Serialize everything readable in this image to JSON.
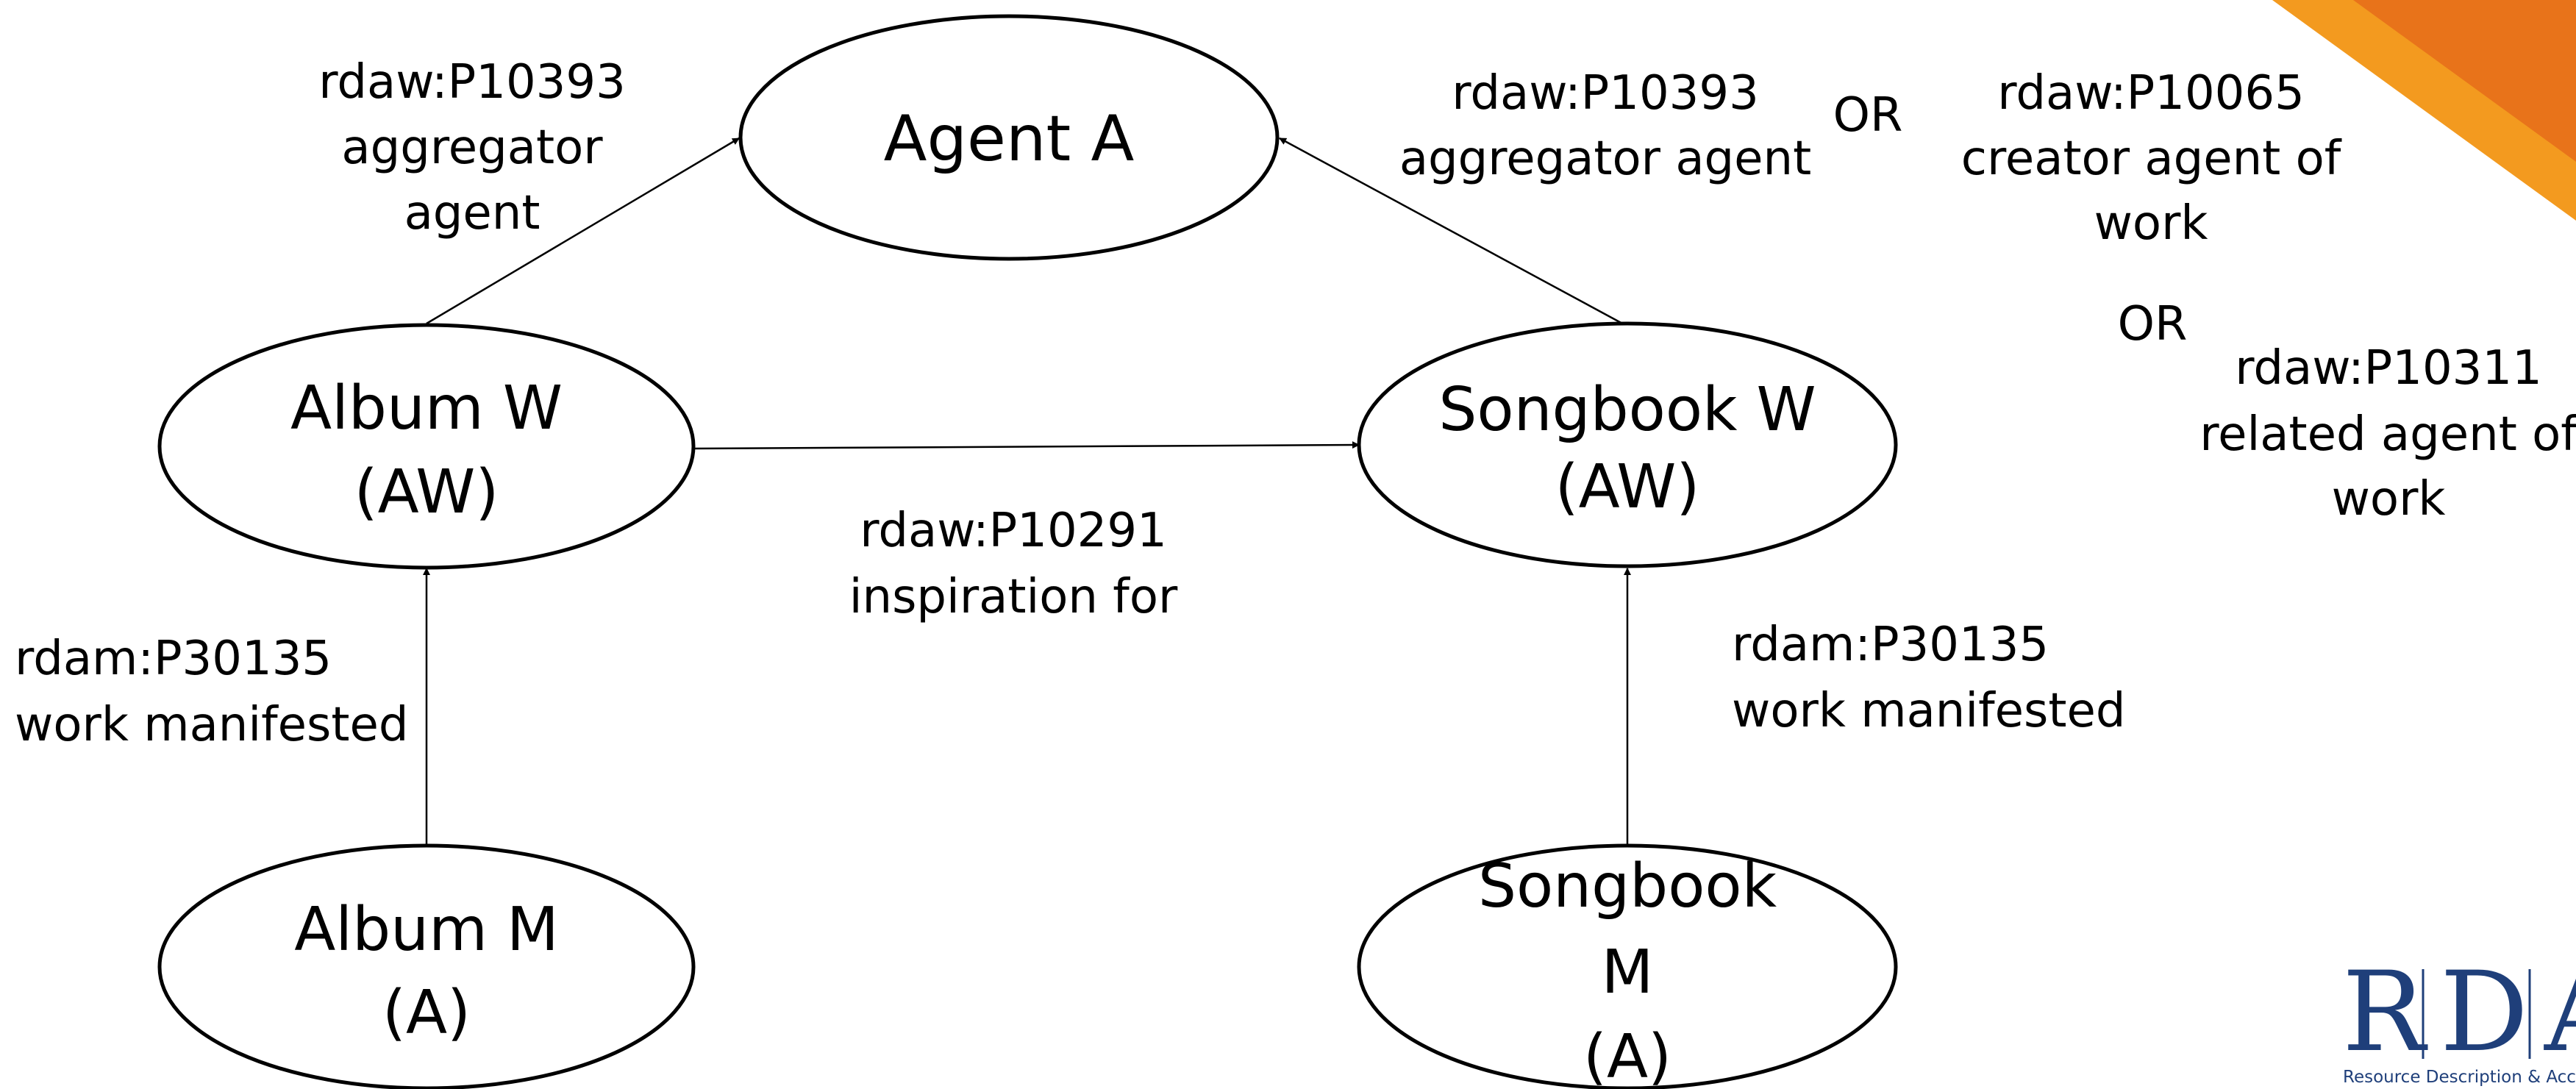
{
  "nodes": {
    "agent_a": {
      "label": [
        "Agent A"
      ]
    },
    "album_w": {
      "label": [
        "Album W",
        "(AW)"
      ]
    },
    "songbook_w": {
      "label": [
        "Songbook W",
        "(AW)"
      ]
    },
    "album_m": {
      "label": [
        "Album M",
        "(A)"
      ]
    },
    "songbook_m": {
      "label": [
        "Songbook",
        "M",
        "(A)"
      ]
    }
  },
  "edge_labels": {
    "album_w_to_agent": [
      "rdaw:P10393",
      "aggregator",
      "agent"
    ],
    "songbook_w_to_agent": [
      "rdaw:P10393",
      "aggregator agent"
    ],
    "or_1": "OR",
    "alt_creator": [
      "rdaw:P10065",
      "creator agent of",
      "work"
    ],
    "or_2": "OR",
    "alt_related": [
      "rdaw:P10311",
      "related agent of",
      "work"
    ],
    "album_to_songbook": [
      "rdaw:P10291",
      "inspiration for"
    ],
    "album_manifested": [
      "rdam:P30135",
      "work manifested"
    ],
    "songbook_manifested": [
      "rdam:P30135",
      "work manifested"
    ]
  },
  "logo": {
    "letters": [
      "R",
      "D",
      "A"
    ],
    "tagline": "Resource Description & Acc"
  },
  "colors": {
    "logo_blue": "#1f3f7a",
    "corner_orange": "#f39a1f",
    "corner_deep": "#e8731a"
  }
}
